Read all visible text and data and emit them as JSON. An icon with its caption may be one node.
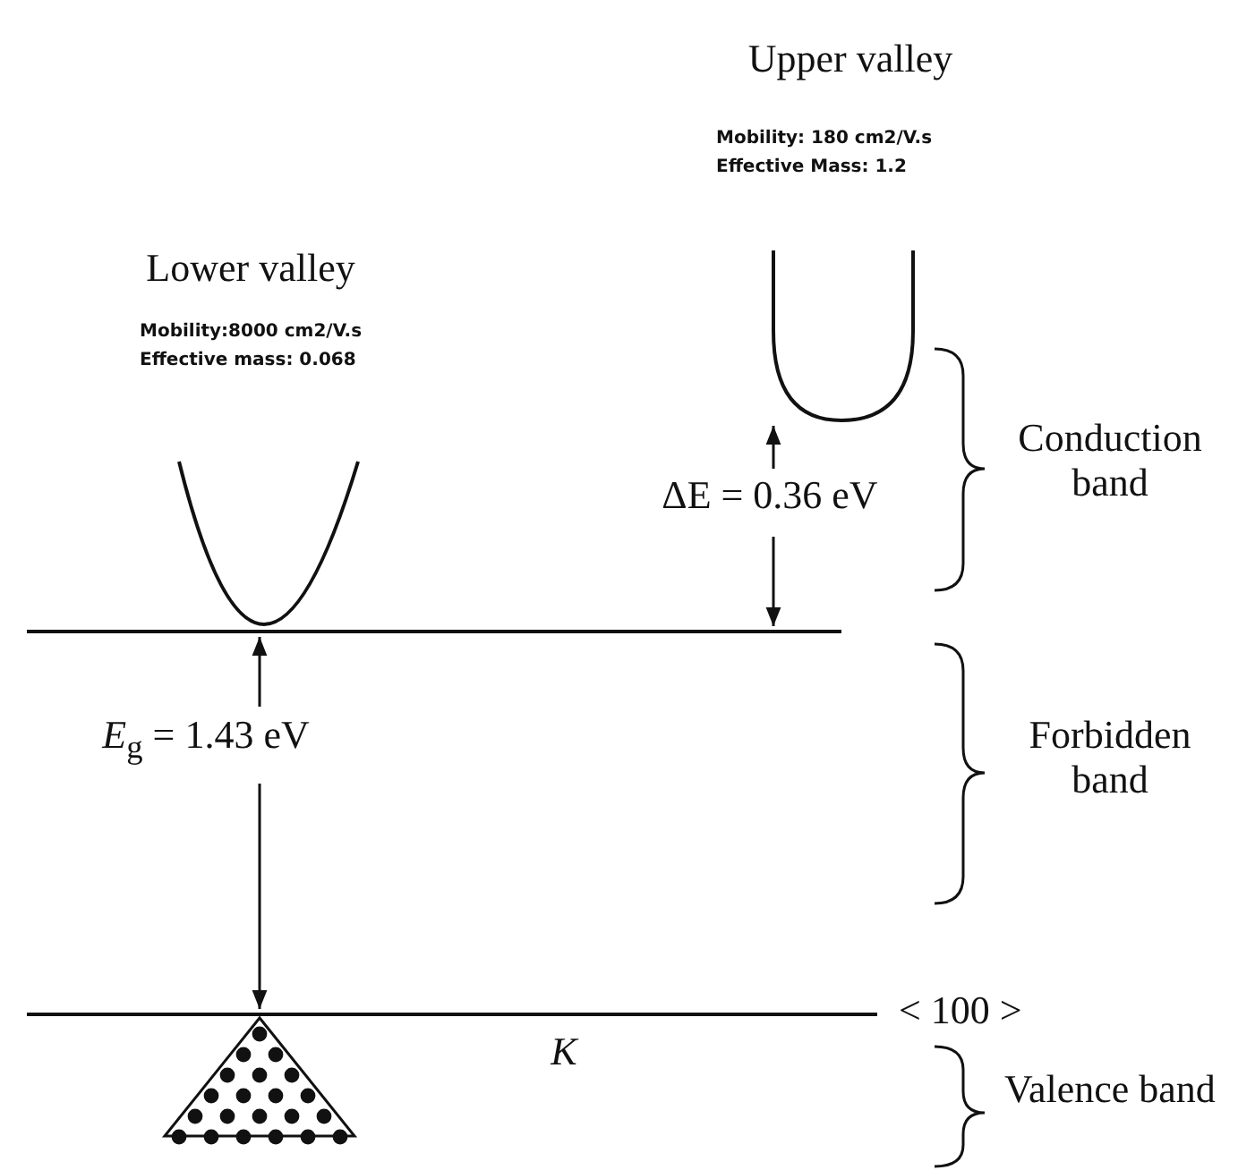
{
  "diagram": {
    "labels": [
      "Upper valley",
      "Mobility: 180 cm2/V.s",
      "Effective Mass: 1.2",
      "Lower valley",
      "Mobility:8000 cm2/V.s",
      "Effective mass: 0.068",
      "Conduction band",
      "ΔE = 0.36 eV",
      "Forbidden band",
      "*E*$_{g}$ = 1.43 eV",
      "< 100 >",
      "*K*",
      "Valence band"
    ]
  }
}
